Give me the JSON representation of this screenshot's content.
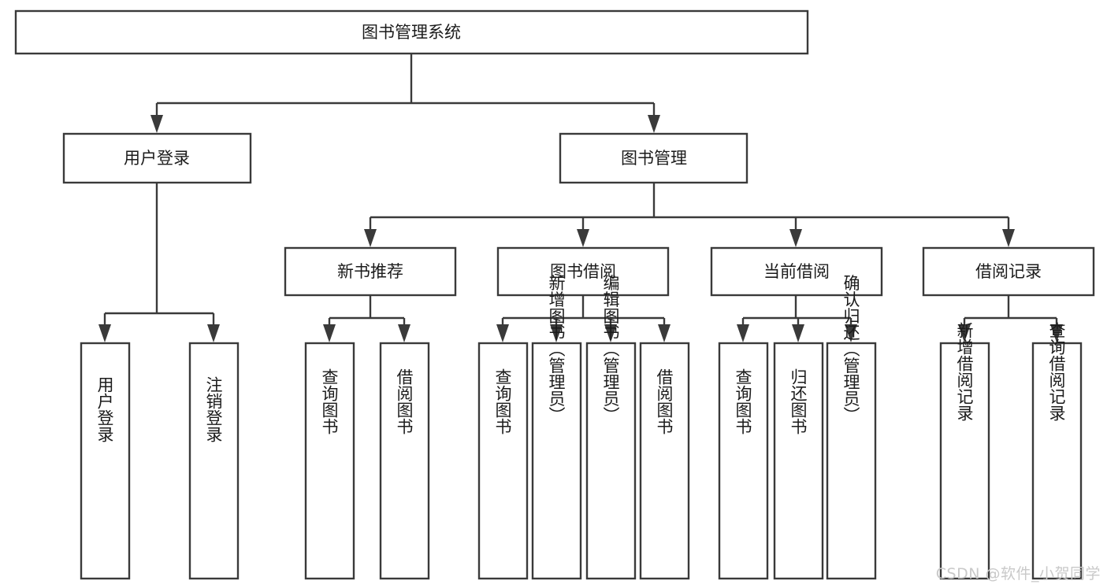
{
  "diagram": {
    "type": "tree-hierarchy",
    "title": "图书管理系统",
    "orientation": "top-down",
    "colors": {
      "box_stroke": "#3a3a3a",
      "box_fill": "#ffffff",
      "text": "#1b1b1b",
      "watermark": "#c9c9c9",
      "background": "#ffffff"
    },
    "nodes": {
      "root": {
        "label": "图书管理系统"
      },
      "level2": [
        {
          "label": "用户登录"
        },
        {
          "label": "图书管理"
        }
      ],
      "level3": [
        {
          "label": "新书推荐"
        },
        {
          "label": "图书借阅"
        },
        {
          "label": "当前借阅"
        },
        {
          "label": "借阅记录"
        }
      ],
      "leaves": {
        "user_login": [
          {
            "label": "用户登录"
          },
          {
            "label": "注销登录"
          }
        ],
        "new_book_recommend": [
          {
            "label": "查询图书"
          },
          {
            "label": "借阅图书"
          }
        ],
        "book_borrow": [
          {
            "label": "查询图书"
          },
          {
            "label": "新增图书（管理员）"
          },
          {
            "label": "编辑图书（管理员）"
          },
          {
            "label": "借阅图书"
          }
        ],
        "current_borrow": [
          {
            "label": "查询图书"
          },
          {
            "label": "归还图书"
          },
          {
            "label": "确认归还（管理员）"
          }
        ],
        "borrow_record": [
          {
            "label": "新增借阅记录"
          },
          {
            "label": "查询借阅记录"
          }
        ]
      }
    }
  },
  "watermark": {
    "text": "CSDN @软件_小贺同学"
  }
}
